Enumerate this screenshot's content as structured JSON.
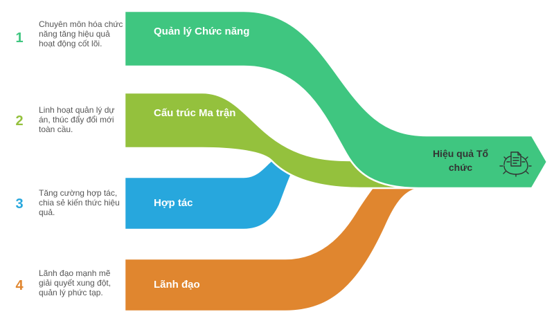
{
  "colors": {
    "green": "#3fc680",
    "lime": "#94c13d",
    "blue": "#27a7dd",
    "orange": "#e0862f"
  },
  "items": [
    {
      "number": "1",
      "label": "Quản lý Chức năng",
      "description": "Chuyên môn hóa chức năng tăng hiệu quả hoạt động cốt lõi.",
      "color": "#3fc680"
    },
    {
      "number": "2",
      "label": "Cấu trúc Ma trận",
      "description": "Linh hoạt quản lý dự án, thúc đẩy đổi mới toàn cầu.",
      "color": "#94c13d"
    },
    {
      "number": "3",
      "label": "Hợp tác",
      "description": "Tăng cường hợp tác, chia sẻ kiến thức hiệu quả.",
      "color": "#27a7dd"
    },
    {
      "number": "4",
      "label": "Lãnh đạo",
      "description": "Lãnh đạo mạnh mẽ giải quyết xung đột, quản lý phức tạp.",
      "color": "#e0862f"
    }
  ],
  "result": {
    "label": "Hiệu quả Tổ chức",
    "icon": "gear-document-icon"
  }
}
